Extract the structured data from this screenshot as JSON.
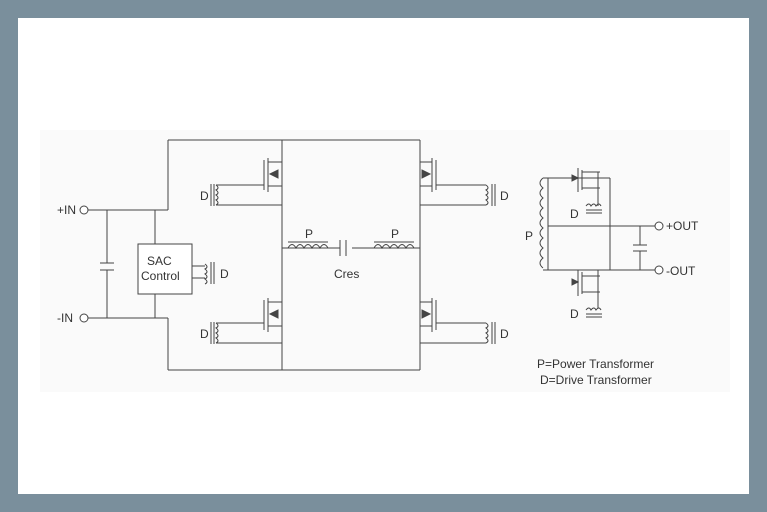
{
  "labels": {
    "in_pos": "+IN",
    "in_neg": "-IN",
    "sac_line1": "SAC",
    "sac_line2": "Control",
    "d": "D",
    "p": "P",
    "cres": "Cres",
    "out_pos": "+OUT",
    "out_neg": "-OUT"
  },
  "legend": {
    "line1": "P=Power Transformer",
    "line2": "D=Drive Transformer"
  }
}
